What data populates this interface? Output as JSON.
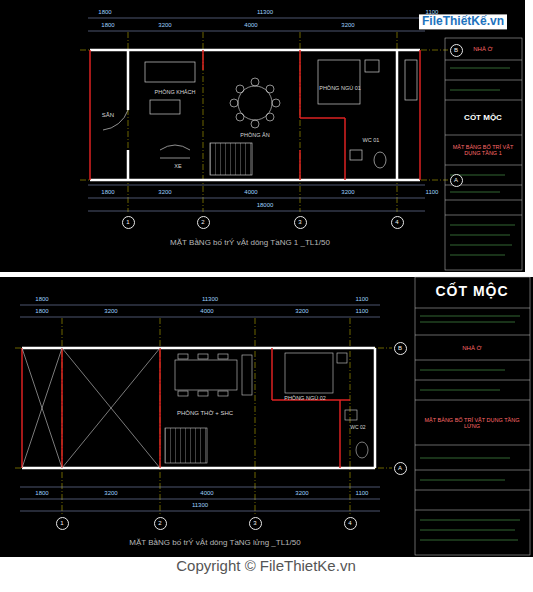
{
  "diagram": {
    "nodes": [
      {
        "text": [
          "1"
        ]
      },
      {
        "text": [
          "2"
        ]
      },
      {
        "text": [
          "3"
        ]
      },
      {
        "text": [
          "4"
        ]
      },
      {
        "text": [
          "B"
        ]
      },
      {
        "text": [
          "A"
        ]
      },
      {
        "text": [
          "1"
        ]
      },
      {
        "text": [
          "2"
        ]
      },
      {
        "text": [
          "3"
        ]
      },
      {
        "text": [
          "4"
        ]
      },
      {
        "text": [
          "B"
        ]
      },
      {
        "text": [
          "A"
        ]
      }
    ],
    "labels": [
      "1800",
      "11300",
      "1100",
      "1800",
      "3200",
      "4000",
      "3200",
      "1100",
      "SÂN",
      "PHÒNG KHÁCH",
      "PHÒNG ĂN",
      "PHÒNG NGỦ 01",
      "WC 01",
      "XE",
      "1800",
      "3200",
      "4000",
      "3200",
      "1100",
      "18000",
      "MẶT BằNG bố trÝ vẬt dông TầNG 1 _TL1/50",
      "NHÀ Ở",
      "CỐT MỘC",
      "MẶT BẰNG BỐ TRÍ VẬT DỤNG TẦNG 1",
      "FileThiếtKế.vn",
      "1800",
      "11300",
      "1100",
      "1800",
      "3200",
      "4000",
      "3200",
      "1100",
      "PHÒNG THỜ + SHC",
      "PHÒNG NGỦ 02",
      "WC 02",
      "1800",
      "3200",
      "4000",
      "3200",
      "1100",
      "11300",
      "MẶT BằNG bố trÝ vẬt dông TầNG lửng _TL1/50",
      "CỐT MỘC",
      "NHÀ Ở",
      "MẶT BẰNG BỐ TRÍ VẬT DỤNG TẦNG LỬNG",
      "Copyright © FileThietKe.vn"
    ]
  }
}
